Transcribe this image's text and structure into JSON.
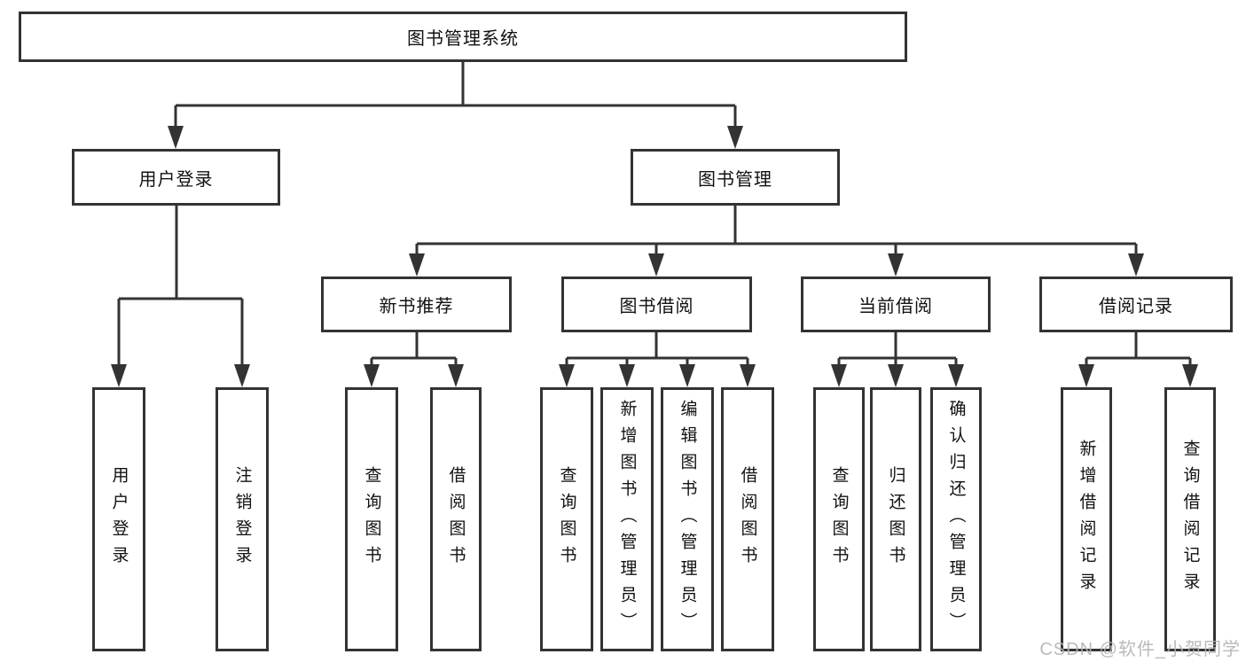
{
  "diagram_title": "图书管理系统",
  "tree": {
    "label": "图书管理系统",
    "children": [
      {
        "label": "用户登录",
        "children": [
          {
            "label": "用户登录"
          },
          {
            "label": "注销登录"
          }
        ]
      },
      {
        "label": "图书管理",
        "children": [
          {
            "label": "新书推荐",
            "children": [
              {
                "label": "查询图书"
              },
              {
                "label": "借阅图书"
              }
            ]
          },
          {
            "label": "图书借阅",
            "children": [
              {
                "label": "查询图书"
              },
              {
                "label": "新增图书（管理员）"
              },
              {
                "label": "编辑图书（管理员）"
              },
              {
                "label": "借阅图书"
              }
            ]
          },
          {
            "label": "当前借阅",
            "children": [
              {
                "label": "查询图书"
              },
              {
                "label": "归还图书"
              },
              {
                "label": "确认归还（管理员）"
              }
            ]
          },
          {
            "label": "借阅记录",
            "children": [
              {
                "label": "新增借阅记录"
              },
              {
                "label": "查询借阅记录"
              }
            ]
          }
        ]
      }
    ]
  },
  "watermark": {
    "text": "CSDN @软件_小贺同学"
  },
  "colors": {
    "box_border": "#333333",
    "box_fill": "#ffffff",
    "connector_line": "#333333",
    "text": "#111111",
    "watermark": "#b3b3b3",
    "background": "#ffffff"
  }
}
